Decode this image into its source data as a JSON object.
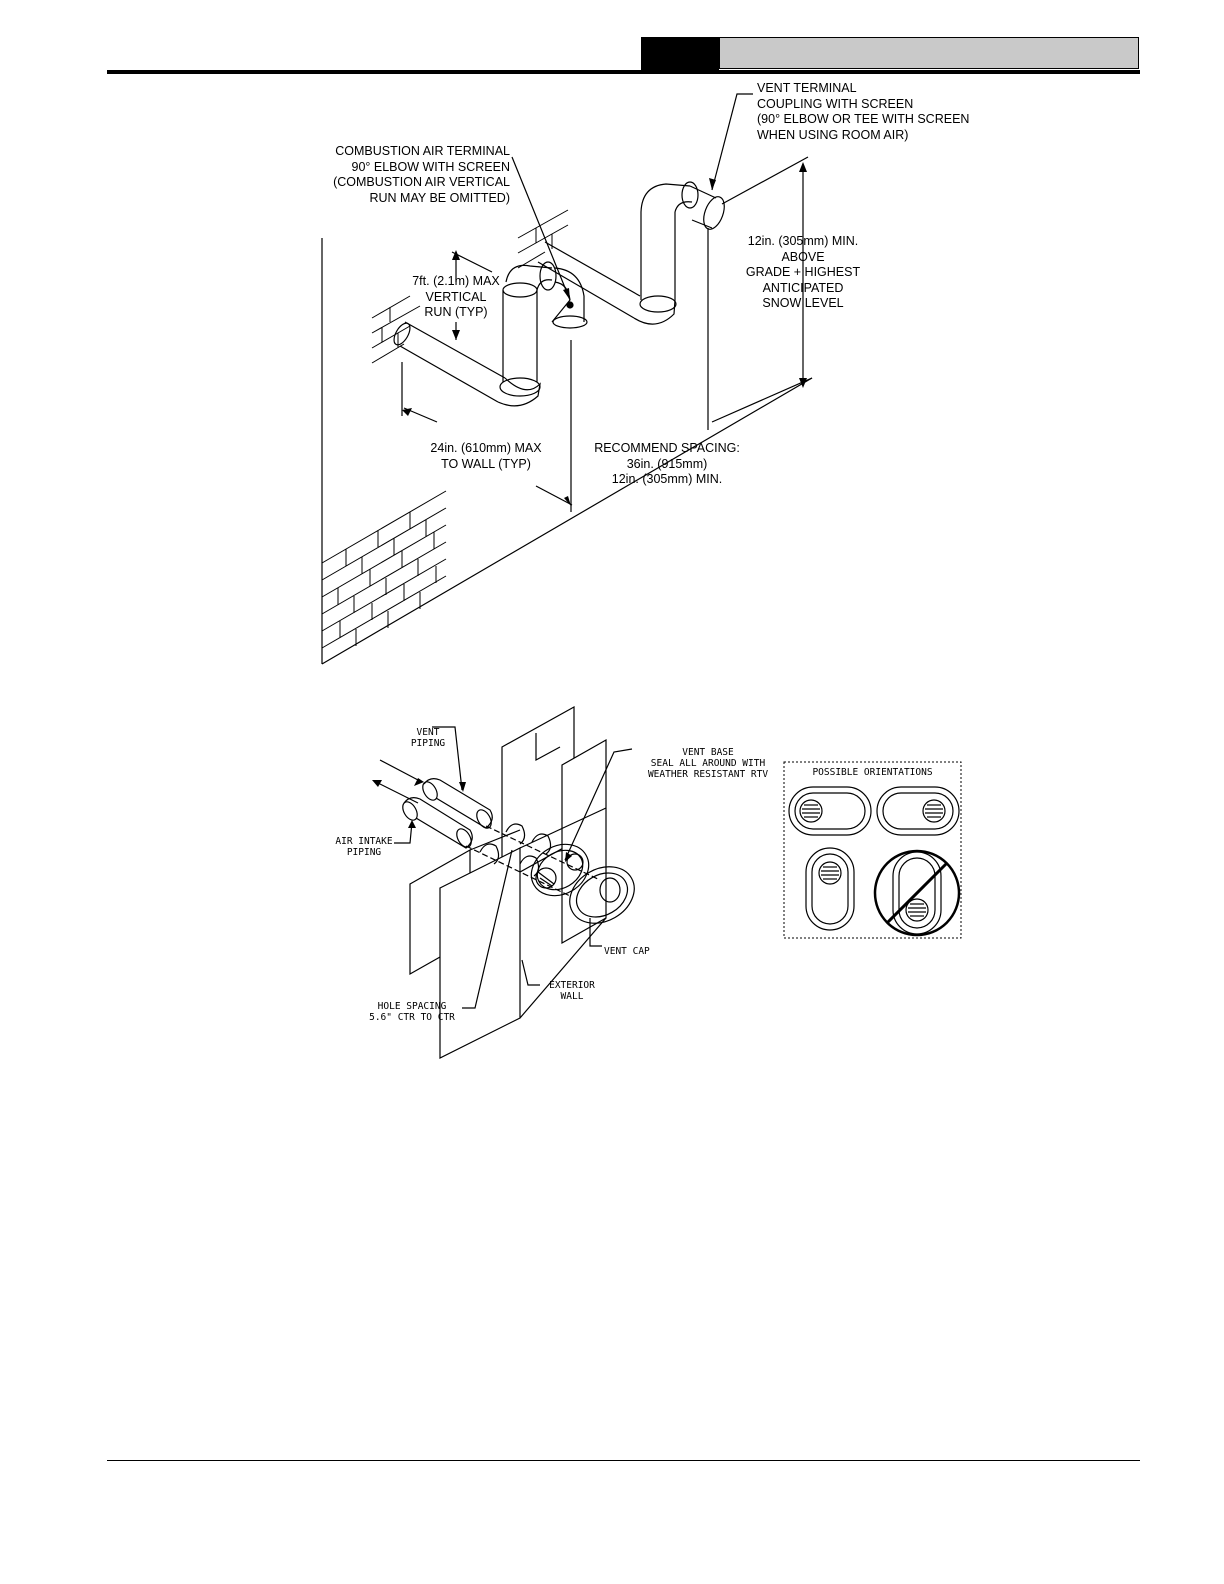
{
  "header": {
    "section_tab": "",
    "section_title": ""
  },
  "diagram_top": {
    "vent_terminal": "VENT TERMINAL\nCOUPLING WITH SCREEN\n(90° ELBOW OR TEE WITH SCREEN\nWHEN USING ROOM AIR)",
    "combustion_air_terminal": "COMBUSTION AIR TERMINAL\n90° ELBOW WITH SCREEN\n(COMBUSTION AIR VERTICAL\nRUN MAY BE OMITTED)",
    "vertical_run": "7ft. (2.1m) MAX\nVERTICAL\nRUN (TYP)",
    "min_above_grade": "12in. (305mm) MIN.\nABOVE\nGRADE + HIGHEST\nANTICIPATED\nSNOW LEVEL",
    "to_wall": "24in. (610mm) MAX\nTO WALL (TYP)",
    "spacing": "RECOMMEND SPACING:\n36in. (915mm)\n12in. (305mm) MIN."
  },
  "diagram_bottom": {
    "vent_piping": "VENT\nPIPING",
    "air_intake_piping": "AIR INTAKE\nPIPING",
    "vent_base": "VENT BASE\nSEAL ALL AROUND WITH\nWEATHER RESISTANT RTV",
    "vent_cap": "VENT CAP",
    "exterior_wall": "EXTERIOR\nWALL",
    "hole_spacing": "HOLE SPACING\n5.6\" CTR TO CTR",
    "possible_orientations": "POSSIBLE ORIENTATIONS"
  }
}
